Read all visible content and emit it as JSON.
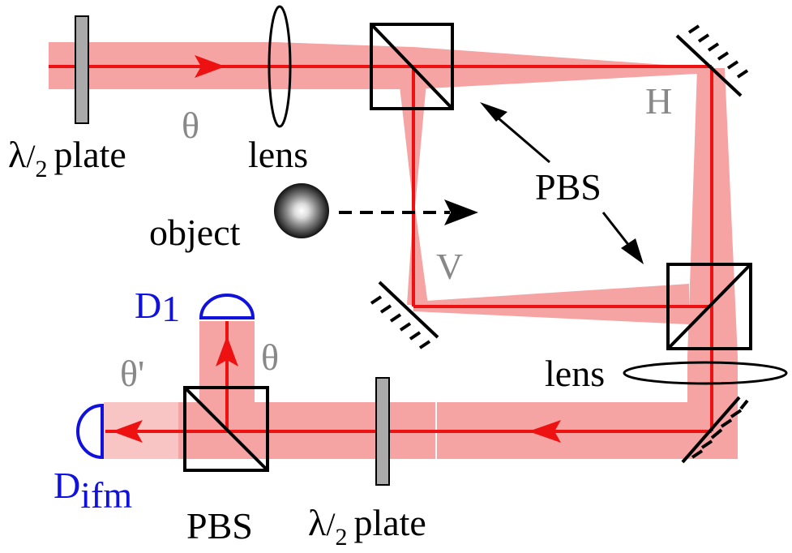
{
  "labels": {
    "half_wave_plate_top": {
      "symbol": "λ",
      "sub": "2",
      "word": "plate"
    },
    "theta_top": "θ",
    "lens_top": "lens",
    "pbs": "PBS",
    "object": "object",
    "h_pol": "H",
    "v_pol": "V",
    "lens_right": "lens",
    "detector_1": {
      "main": "D",
      "sub": "1"
    },
    "detector_ifm": {
      "main": "D",
      "sub": "ifm"
    },
    "theta_out": "θ",
    "theta_prime": "θ'",
    "pbs_bottom": "PBS",
    "half_wave_plate_bottom": {
      "symbol": "λ",
      "sub": "2",
      "word": "plate"
    }
  },
  "colors": {
    "beam_core": "#ee1111",
    "beam_glow": "#f5a3a3",
    "beam_glow_light": "#f8c4c4",
    "component_outline": "#000000",
    "detector": "#1111dd",
    "polarization_label": "#888888",
    "plate_fill": "#aaaaaa"
  }
}
